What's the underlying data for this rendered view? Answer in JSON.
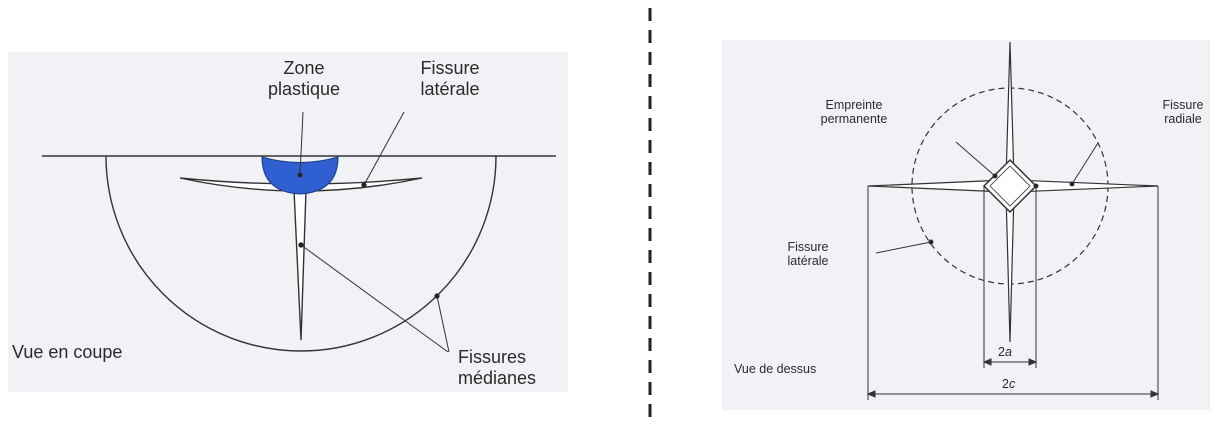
{
  "cross_section": {
    "zone_label_1": "Zone",
    "zone_label_2": "plastique",
    "lateral_label_1": "Fissure",
    "lateral_label_2": "latérale",
    "median_label_1": "Fissures",
    "median_label_2": "médianes",
    "view_label": "Vue en coupe",
    "zone_color": "#2f5fd0"
  },
  "top_view": {
    "imprint_label_1": "Empreinte",
    "imprint_label_2": "permanente",
    "radial_label_1": "Fissure",
    "radial_label_2": "radiale",
    "lateral_label_1": "Fissure",
    "lateral_label_2": "latérale",
    "view_label": "Vue de dessus",
    "dim_a_num": "2",
    "dim_a_var": "a",
    "dim_c_num": "2",
    "dim_c_var": "c"
  }
}
